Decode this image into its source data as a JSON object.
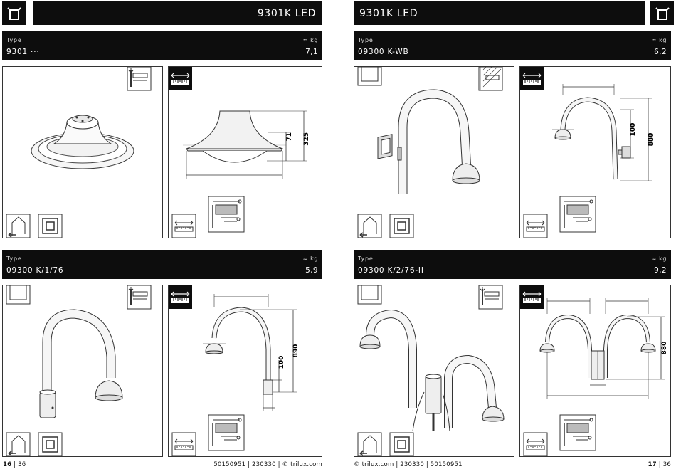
{
  "header": {
    "left_title": "9301K LED",
    "right_title": "9301K LED",
    "icon": "lantern-icon"
  },
  "labels": {
    "type": "Type",
    "weight": "≈ kg"
  },
  "products": [
    {
      "name": "9301 ···",
      "weight": "7,1",
      "dims": [
        "71",
        "325"
      ]
    },
    {
      "name": "09300 K-WB",
      "weight": "6,2",
      "dims": [
        "100",
        "880"
      ]
    },
    {
      "name": "09300 K/1/76",
      "weight": "5,9",
      "dims": [
        "890",
        "100"
      ]
    },
    {
      "name": "09300 K/2/76-II",
      "weight": "9,2",
      "dims": [
        "880"
      ]
    }
  ],
  "footer": {
    "left_page": "16",
    "left_total": " | 36",
    "left_info": "50150951 | 230330 | © trilux.com",
    "right_info": "© trilux.com | 230330 | 50150951",
    "right_page": "17",
    "right_total": " | 36"
  },
  "colors": {
    "bar": "#0d0d0d",
    "line": "#333333",
    "fill": "#eeeeee"
  }
}
